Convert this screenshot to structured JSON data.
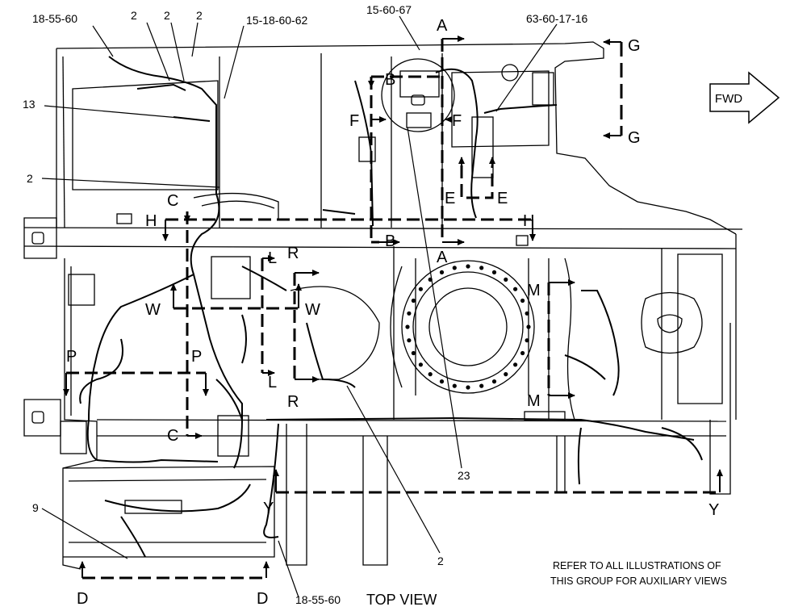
{
  "diagram": {
    "view_title": "TOP VIEW",
    "note_line1": "REFER TO ALL ILLUSTRATIONS OF",
    "note_line2": "THIS GROUP FOR AUXILIARY VIEWS",
    "fwd_label": "FWD",
    "part_labels": {
      "p_18_55_60_top": "18-55-60",
      "p_2_a": "2",
      "p_2_b": "2",
      "p_2_c": "2",
      "p_15_18_60_62": "15-18-60-62",
      "p_15_60_67": "15-60-67",
      "p_63_60_17_16": "63-60-17-16",
      "p_13": "13",
      "p_2_left": "2",
      "p_23": "23",
      "p_2_bottom": "2",
      "p_9": "9",
      "p_18_55_60_bottom": "18-55-60"
    },
    "section_letters": {
      "A_top": "A",
      "A_bot": "A",
      "B_top": "B",
      "B_bot": "B",
      "C_top": "C",
      "C_bot": "C",
      "D_left": "D",
      "D_right": "D",
      "E_left": "E",
      "E_right": "E",
      "F_left": "F",
      "F_right": "F",
      "G_top": "G",
      "G_bot": "G",
      "H_left": "H",
      "H_right": "H",
      "L_top": "L",
      "L_bot": "L",
      "M_top": "M",
      "M_bot": "M",
      "P_left": "P",
      "P_right": "P",
      "R_top": "R",
      "R_bot": "R",
      "W_left": "W",
      "W_right": "W",
      "Y_left": "Y",
      "Y_right": "Y"
    }
  }
}
